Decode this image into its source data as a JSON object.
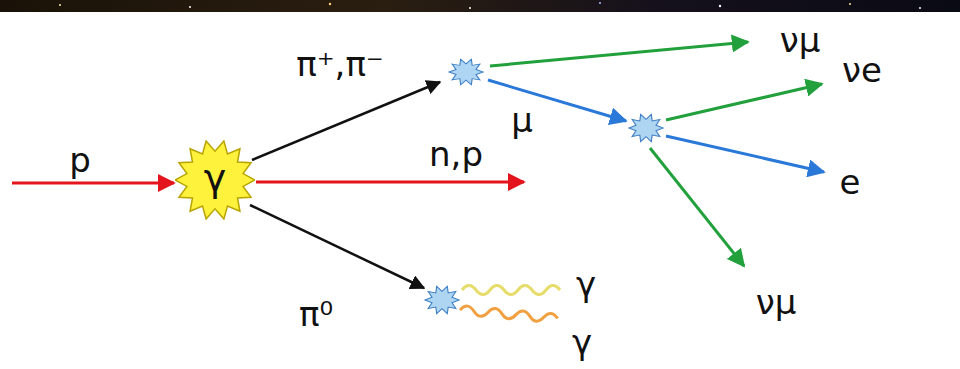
{
  "diagram": {
    "nodes": [
      {
        "text": [
          "γ"
        ]
      }
    ],
    "labels": [
      "p",
      "π⁺,π⁻",
      "n,p",
      "π⁰",
      "γ",
      "γ",
      "νμ",
      "μ",
      "νe",
      "e",
      "νμ"
    ]
  }
}
